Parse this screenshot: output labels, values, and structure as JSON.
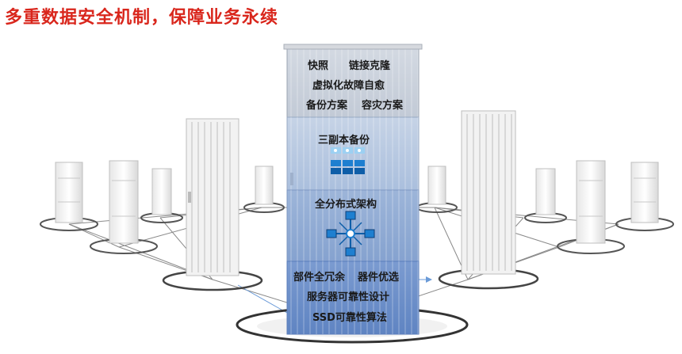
{
  "title": "多重数据安全机制，保障业务永续",
  "layers": {
    "top": {
      "line1a": "快照",
      "line1b": "链接克隆",
      "line2": "虚拟化故障自愈",
      "line3a": "备份方案",
      "line3b": "容灾方案"
    },
    "replica": {
      "label": "三副本备份",
      "icon": "replica-blocks-icon"
    },
    "distributed": {
      "label": "全分布式架构",
      "icon": "distributed-network-icon"
    },
    "hardware": {
      "line1a": "部件全冗余",
      "line1b": "器件优选",
      "line2": "服务器可靠性设计",
      "line3": "SSD可靠性算法"
    }
  },
  "colors": {
    "title": "#d9261c",
    "layer_top": "#c9ced6",
    "layer_replica": "#bccbe0",
    "layer_distributed": "#8faad2",
    "layer_hardware": "#6f92c9",
    "accent_blue": "#1e7fd0"
  }
}
